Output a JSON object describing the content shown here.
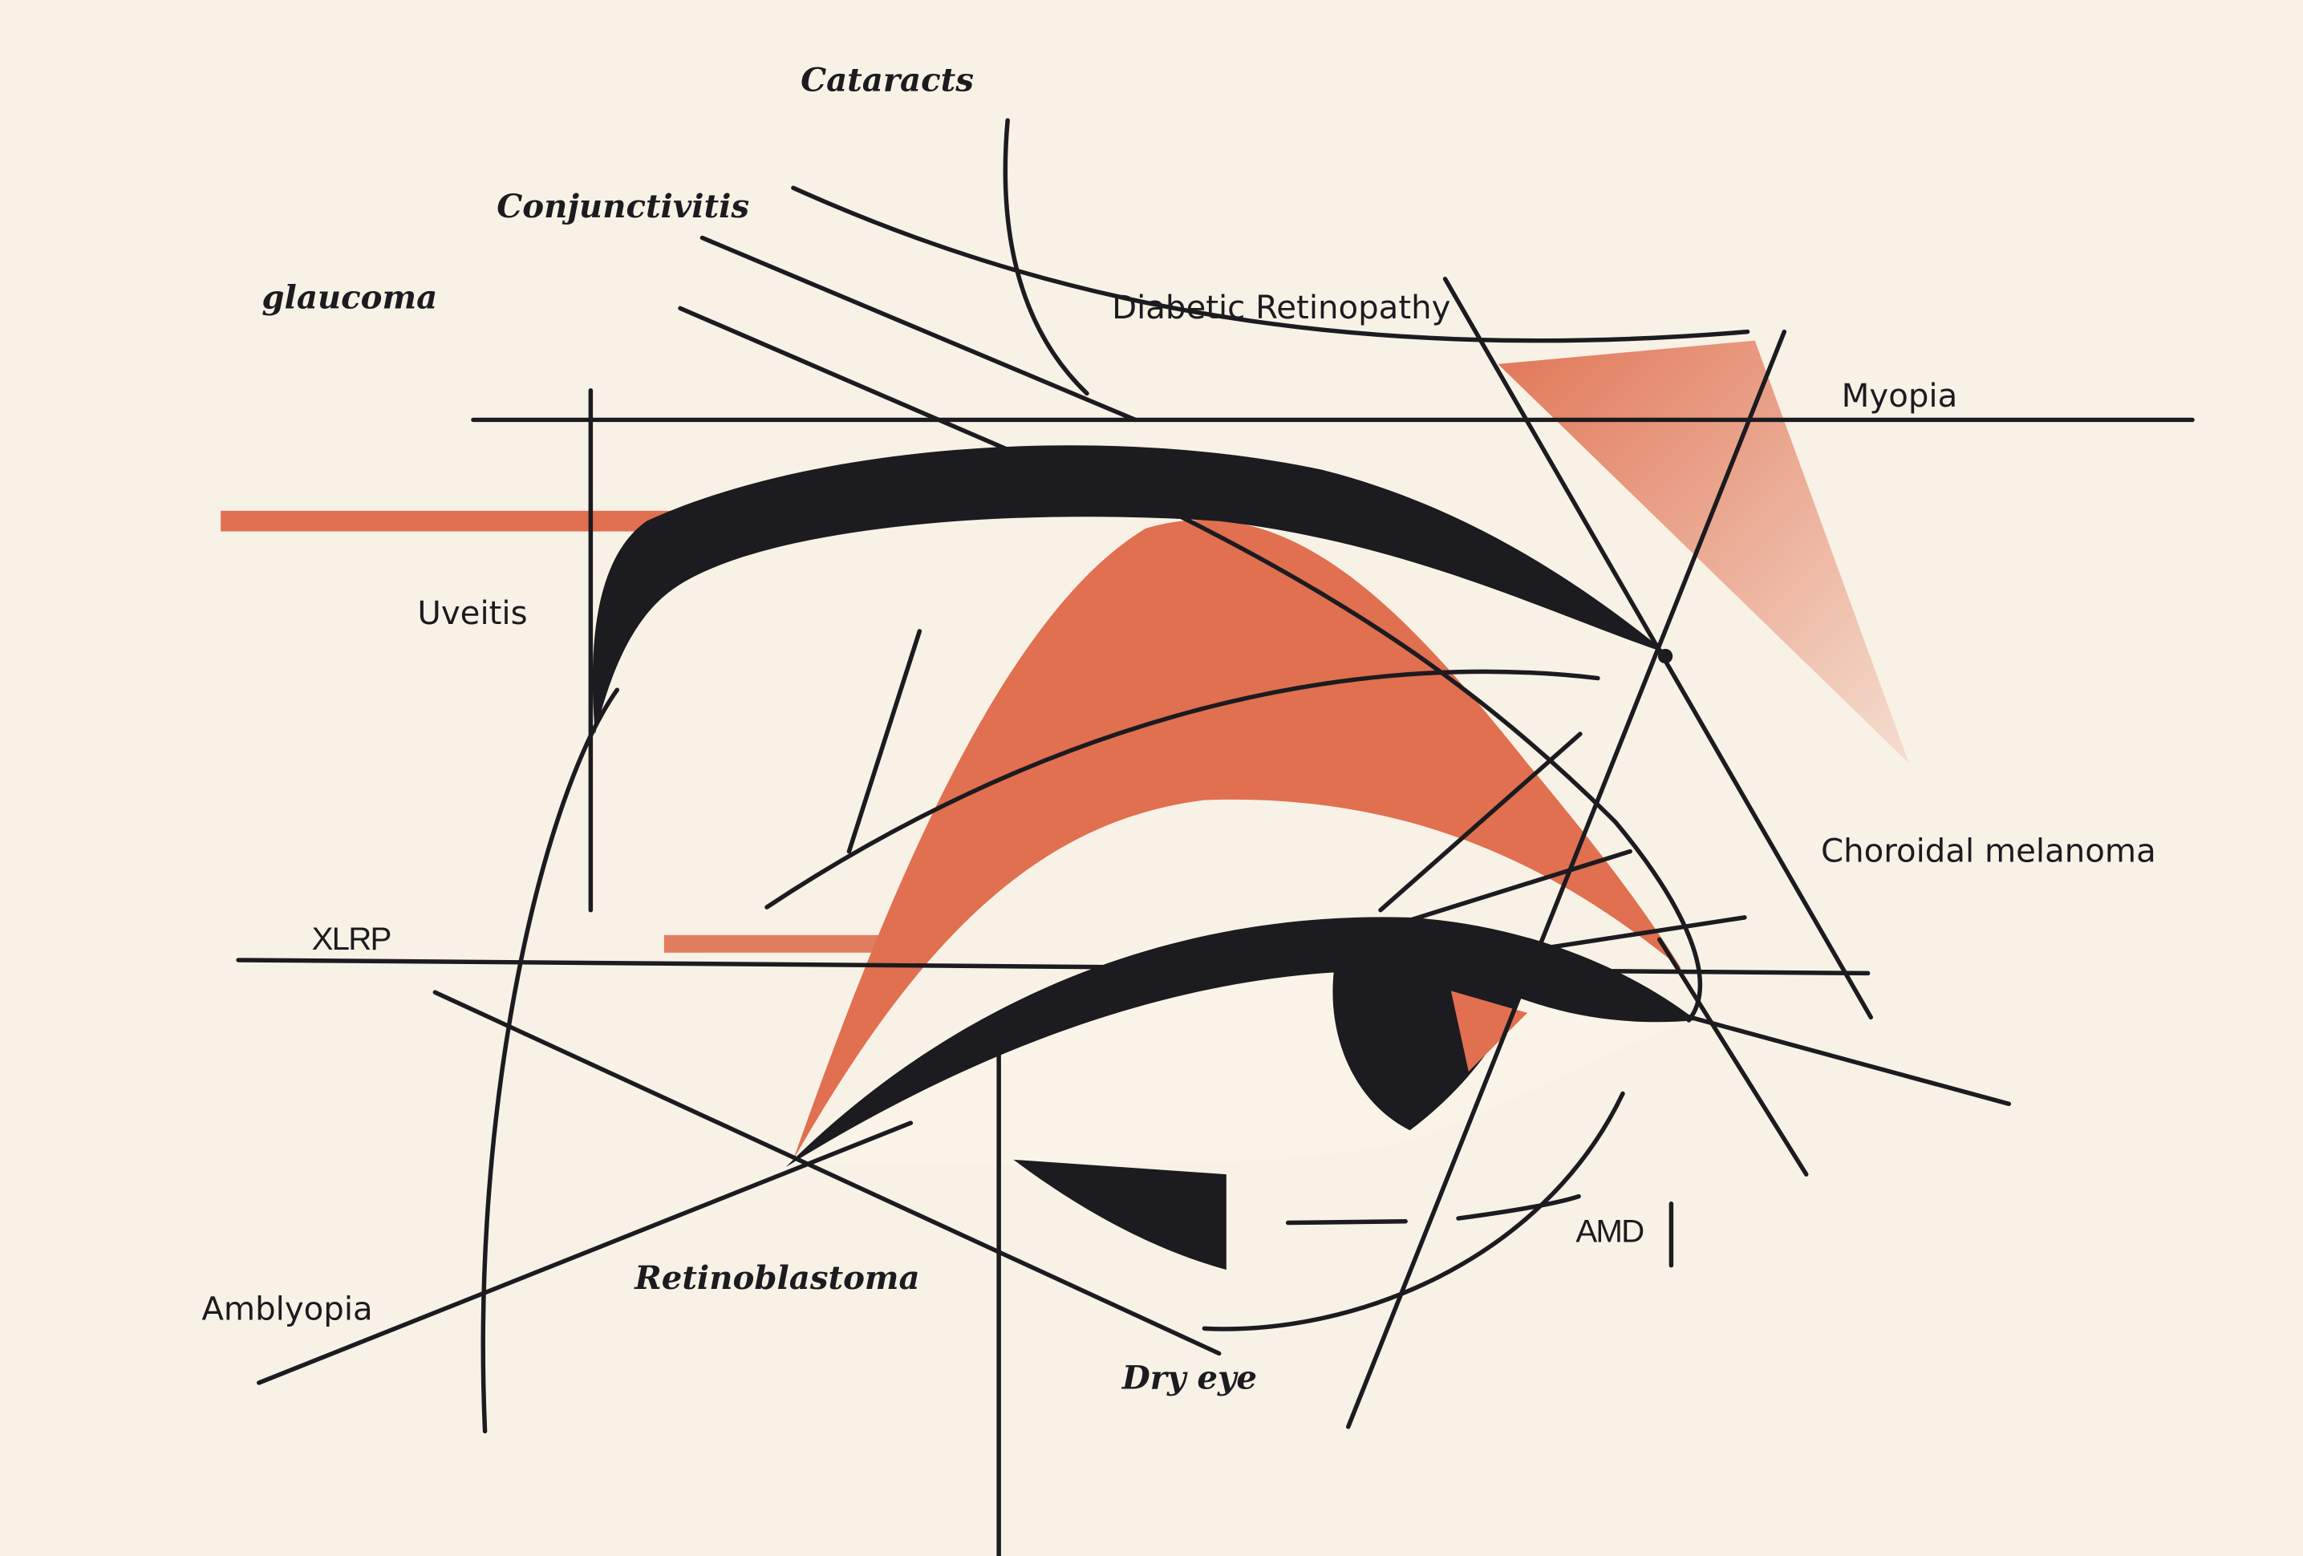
{
  "labels": {
    "cataracts": "Cataracts",
    "conjunctivitis": "Conjunctivitis",
    "glaucoma": "glaucoma",
    "diabetic_retinopathy": "Diabetic Retinopathy",
    "myopia": "Myopia",
    "uveitis": "Uveitis",
    "choroidal_melanoma": "Choroidal melanoma",
    "xlrp": "XLRP",
    "amd": "AMD",
    "amblyopia": "Amblyopia",
    "retinoblastoma": "Retinoblastoma",
    "dry_eye": "Dry eye"
  },
  "colors": {
    "background": "#f8f1e6",
    "ink": "#1c1b1f",
    "accent": "#e07050"
  }
}
